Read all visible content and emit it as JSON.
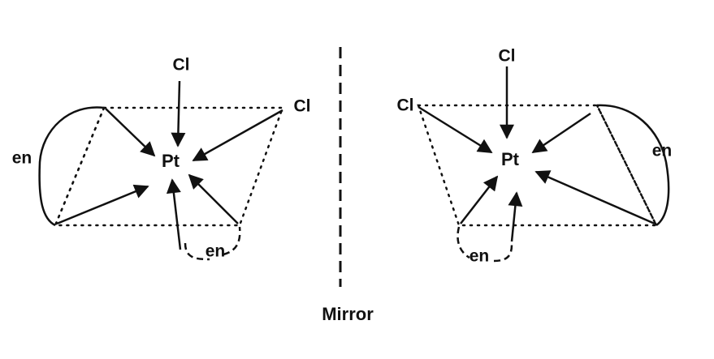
{
  "diagram": {
    "left": {
      "metal": "Pt",
      "cl_top": "Cl",
      "cl_right": "Cl",
      "en_left": "en",
      "en_bottom": "en"
    },
    "right": {
      "metal": "Pt",
      "cl_top": "Cl",
      "cl_left": "Cl",
      "en_right": "en",
      "en_bottom": "en"
    },
    "mirror_label": "Mirror",
    "colors": {
      "ink": "#111111",
      "background": "#ffffff"
    }
  }
}
